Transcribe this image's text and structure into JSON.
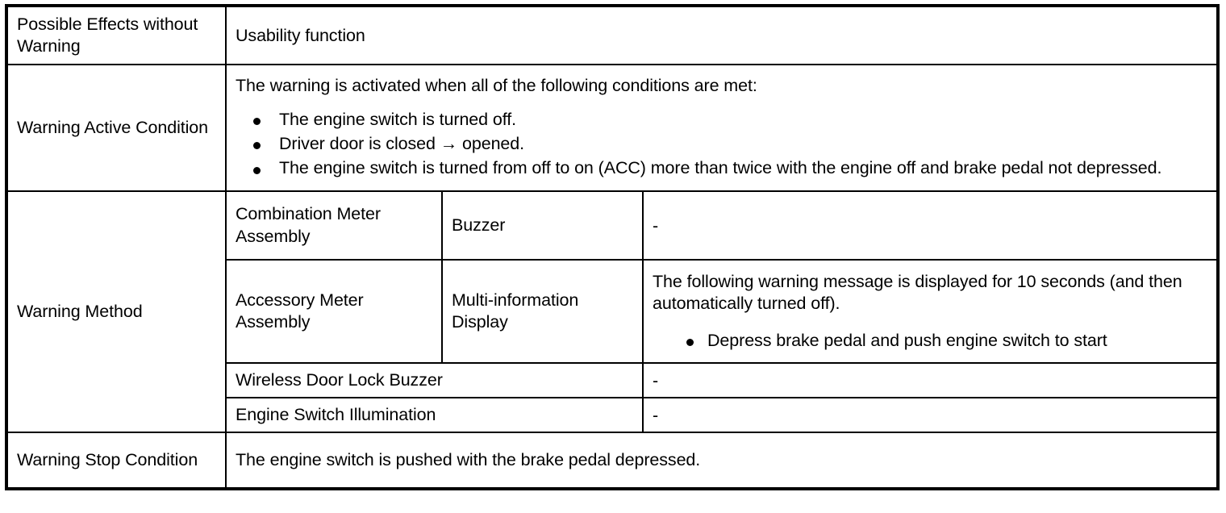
{
  "table": {
    "rows": {
      "possible_effects": {
        "label": "Possible Effects without Warning",
        "value": "Usability function"
      },
      "warning_active_condition": {
        "label": "Warning Active Condition",
        "intro": "The warning is activated when all of the following conditions are met:",
        "bullets": [
          "The engine switch is turned off.",
          "Driver door is closed → opened.",
          "The engine switch is turned from off to on (ACC) more than twice with the engine off and brake pedal not depressed."
        ]
      },
      "warning_method": {
        "label": "Warning Method",
        "sub_rows": [
          {
            "component": "Combination Meter Assembly",
            "device": "Buzzer",
            "detail": "-",
            "detail_bullets": []
          },
          {
            "component": "Accessory Meter Assembly",
            "device": "Multi-information Display",
            "detail": "The following warning message is displayed for 10 seconds (and then automatically turned off).",
            "detail_bullets": [
              "Depress brake pedal and push engine switch to start"
            ]
          },
          {
            "component": "Wireless Door Lock Buzzer",
            "device": "",
            "detail": "-",
            "detail_bullets": []
          },
          {
            "component": "Engine Switch Illumination",
            "device": "",
            "detail": "-",
            "detail_bullets": []
          }
        ]
      },
      "warning_stop_condition": {
        "label": "Warning Stop Condition",
        "value": "The engine switch is pushed with the brake pedal depressed."
      }
    }
  },
  "style": {
    "border_color": "#000000",
    "background": "#ffffff",
    "text_color": "#000000"
  }
}
